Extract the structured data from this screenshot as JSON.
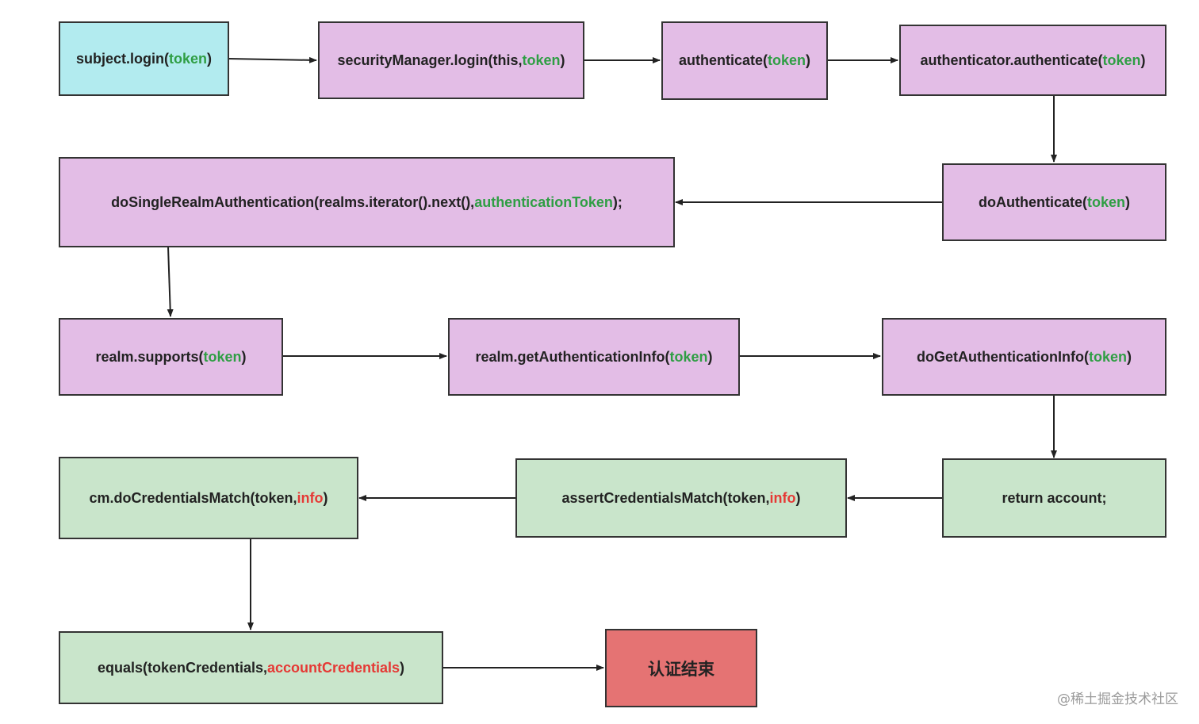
{
  "colors": {
    "start": "#b2ebef",
    "process": "#e3bde6",
    "credential": "#c9e5cb",
    "end": "#e57373",
    "param_green": "#2f9e44",
    "param_red": "#e53935",
    "border": "#333333"
  },
  "nodes": {
    "subject_login": {
      "prefix": "subject.login(",
      "param": "token",
      "suffix": ")"
    },
    "security_manager_login": {
      "prefix": "securityManager.login(this, ",
      "param": "token",
      "suffix": ")"
    },
    "authenticate": {
      "prefix": "authenticate(",
      "param": "token",
      "suffix": ")"
    },
    "authenticator_authenticate": {
      "prefix": "authenticator.authenticate(",
      "param": "token",
      "suffix": ")"
    },
    "do_authenticate": {
      "prefix": "doAuthenticate(",
      "param": "token",
      "suffix": ")"
    },
    "do_single_realm": {
      "prefix": "doSingleRealmAuthentication(realms.iterator().next(), ",
      "param": "authenticationToken",
      "suffix": ");"
    },
    "realm_supports": {
      "prefix": "realm.supports(",
      "param": "token",
      "suffix": ")"
    },
    "realm_get_info": {
      "prefix": "realm.getAuthenticationInfo(",
      "param": "token",
      "suffix": ")"
    },
    "do_get_info": {
      "prefix": "doGetAuthenticationInfo(",
      "param": "token",
      "suffix": ")"
    },
    "return_account": {
      "text": "return account;"
    },
    "assert_credentials": {
      "prefix": "assertCredentialsMatch(token, ",
      "param": "info",
      "suffix": ")"
    },
    "cm_do_credentials": {
      "prefix": "cm.doCredentialsMatch(token, ",
      "param": "info",
      "suffix": ")"
    },
    "equals": {
      "prefix": "equals(tokenCredentials, ",
      "param": "accountCredentials",
      "suffix": ")"
    },
    "auth_end": {
      "text": "认证结束"
    }
  },
  "watermark": "@稀土掘金技术社区"
}
